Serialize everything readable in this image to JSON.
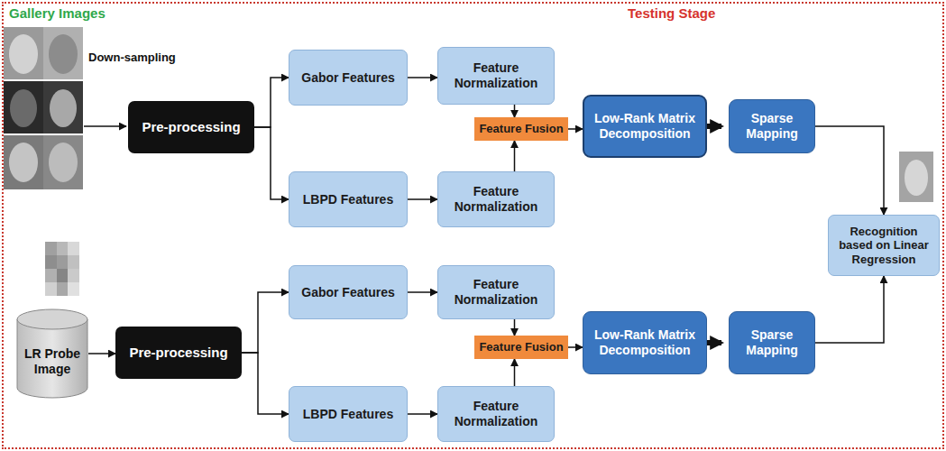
{
  "diagram": {
    "nodes": [
      {
        "text": [
          "Pre-processing"
        ]
      },
      {
        "text": [
          "Gabor Features"
        ]
      },
      {
        "text": [
          "LBPD Features"
        ]
      },
      {
        "text": [
          "Feature Normalization"
        ]
      },
      {
        "text": [
          "Feature Fusion"
        ]
      },
      {
        "text": [
          "Feature Normalization"
        ]
      },
      {
        "text": [
          "Low-Rank Matrix Decomposition"
        ]
      },
      {
        "text": [
          "Sparse Mapping"
        ]
      },
      {
        "text": [
          "Recognition based on Linear Regression"
        ]
      },
      {
        "text": [
          "LR Probe Image"
        ]
      },
      {
        "text": [
          "Pre-processing"
        ]
      },
      {
        "text": [
          "Gabor Features"
        ]
      },
      {
        "text": [
          "LBPD Features"
        ]
      },
      {
        "text": [
          "Feature Normalization"
        ]
      },
      {
        "text": [
          "Feature Fusion"
        ]
      },
      {
        "text": [
          "Feature Normalization"
        ]
      },
      {
        "text": [
          "Low-Rank Matrix Decomposition"
        ]
      },
      {
        "text": [
          "Sparse Mapping"
        ]
      }
    ],
    "edges": [
      {
        "from": 0,
        "to": 1,
        "arrow": "to"
      },
      {
        "from": 0,
        "to": 2,
        "arrow": "to"
      },
      {
        "from": 1,
        "to": 3,
        "arrow": "to"
      },
      {
        "from": 2,
        "to": 5,
        "arrow": "to"
      },
      {
        "from": 3,
        "to": 4,
        "arrow": "to"
      },
      {
        "from": 5,
        "to": 4,
        "arrow": "to"
      },
      {
        "from": 4,
        "to": 6,
        "arrow": "to"
      },
      {
        "from": 6,
        "to": 7,
        "arrow": "to"
      },
      {
        "from": 7,
        "to": 8,
        "arrow": "to"
      },
      {
        "from": 9,
        "to": 10,
        "arrow": "to"
      },
      {
        "from": 10,
        "to": 11,
        "arrow": "to"
      },
      {
        "from": 10,
        "to": 12,
        "arrow": "to"
      },
      {
        "from": 11,
        "to": 13,
        "arrow": "to"
      },
      {
        "from": 12,
        "to": 15,
        "arrow": "to"
      },
      {
        "from": 13,
        "to": 14,
        "arrow": "to"
      },
      {
        "from": 15,
        "to": 14,
        "arrow": "to"
      },
      {
        "from": 14,
        "to": 16,
        "arrow": "to"
      },
      {
        "from": 16,
        "to": 17,
        "arrow": "to"
      },
      {
        "from": 17,
        "to": 8,
        "arrow": "to"
      }
    ],
    "labels": [
      "Gallery Images",
      "Down-sampling",
      "Testing Stage"
    ]
  }
}
